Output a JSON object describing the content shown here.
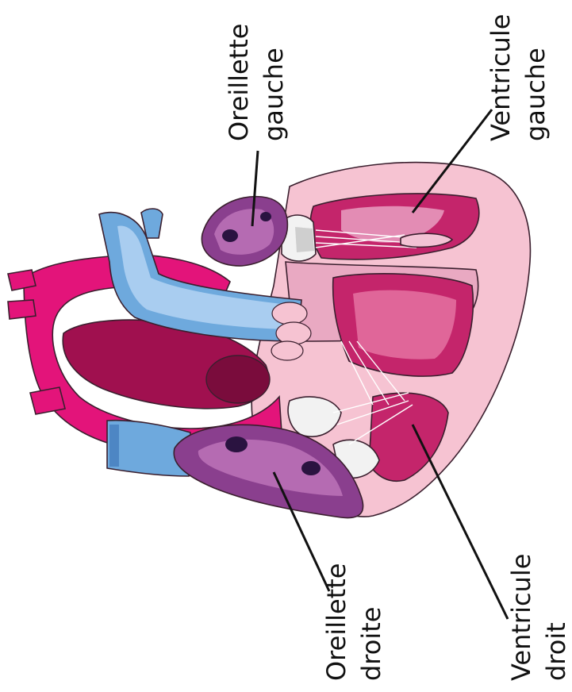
{
  "labels": {
    "oreillette_gauche": [
      "Oreillette",
      "gauche"
    ],
    "ventricule_gauche": [
      "Ventricule",
      "gauche"
    ],
    "oreillette_droite": [
      "Oreillette",
      "droite"
    ],
    "ventricule_droit": [
      "Ventricule",
      "droit"
    ]
  },
  "colors": {
    "pericardium": "#f6c3d2",
    "muscle": "#e9a9c2",
    "aorta": "#e3147a",
    "aorta_dark": "#a0104f",
    "vein_blue": "#6ea9dd",
    "vein_light": "#a9cdf0",
    "atrium_purple": "#8a3f8e",
    "atrium_light": "#b56bb2",
    "chamber": "#c4256b",
    "valve_white": "#f2f2f2"
  }
}
